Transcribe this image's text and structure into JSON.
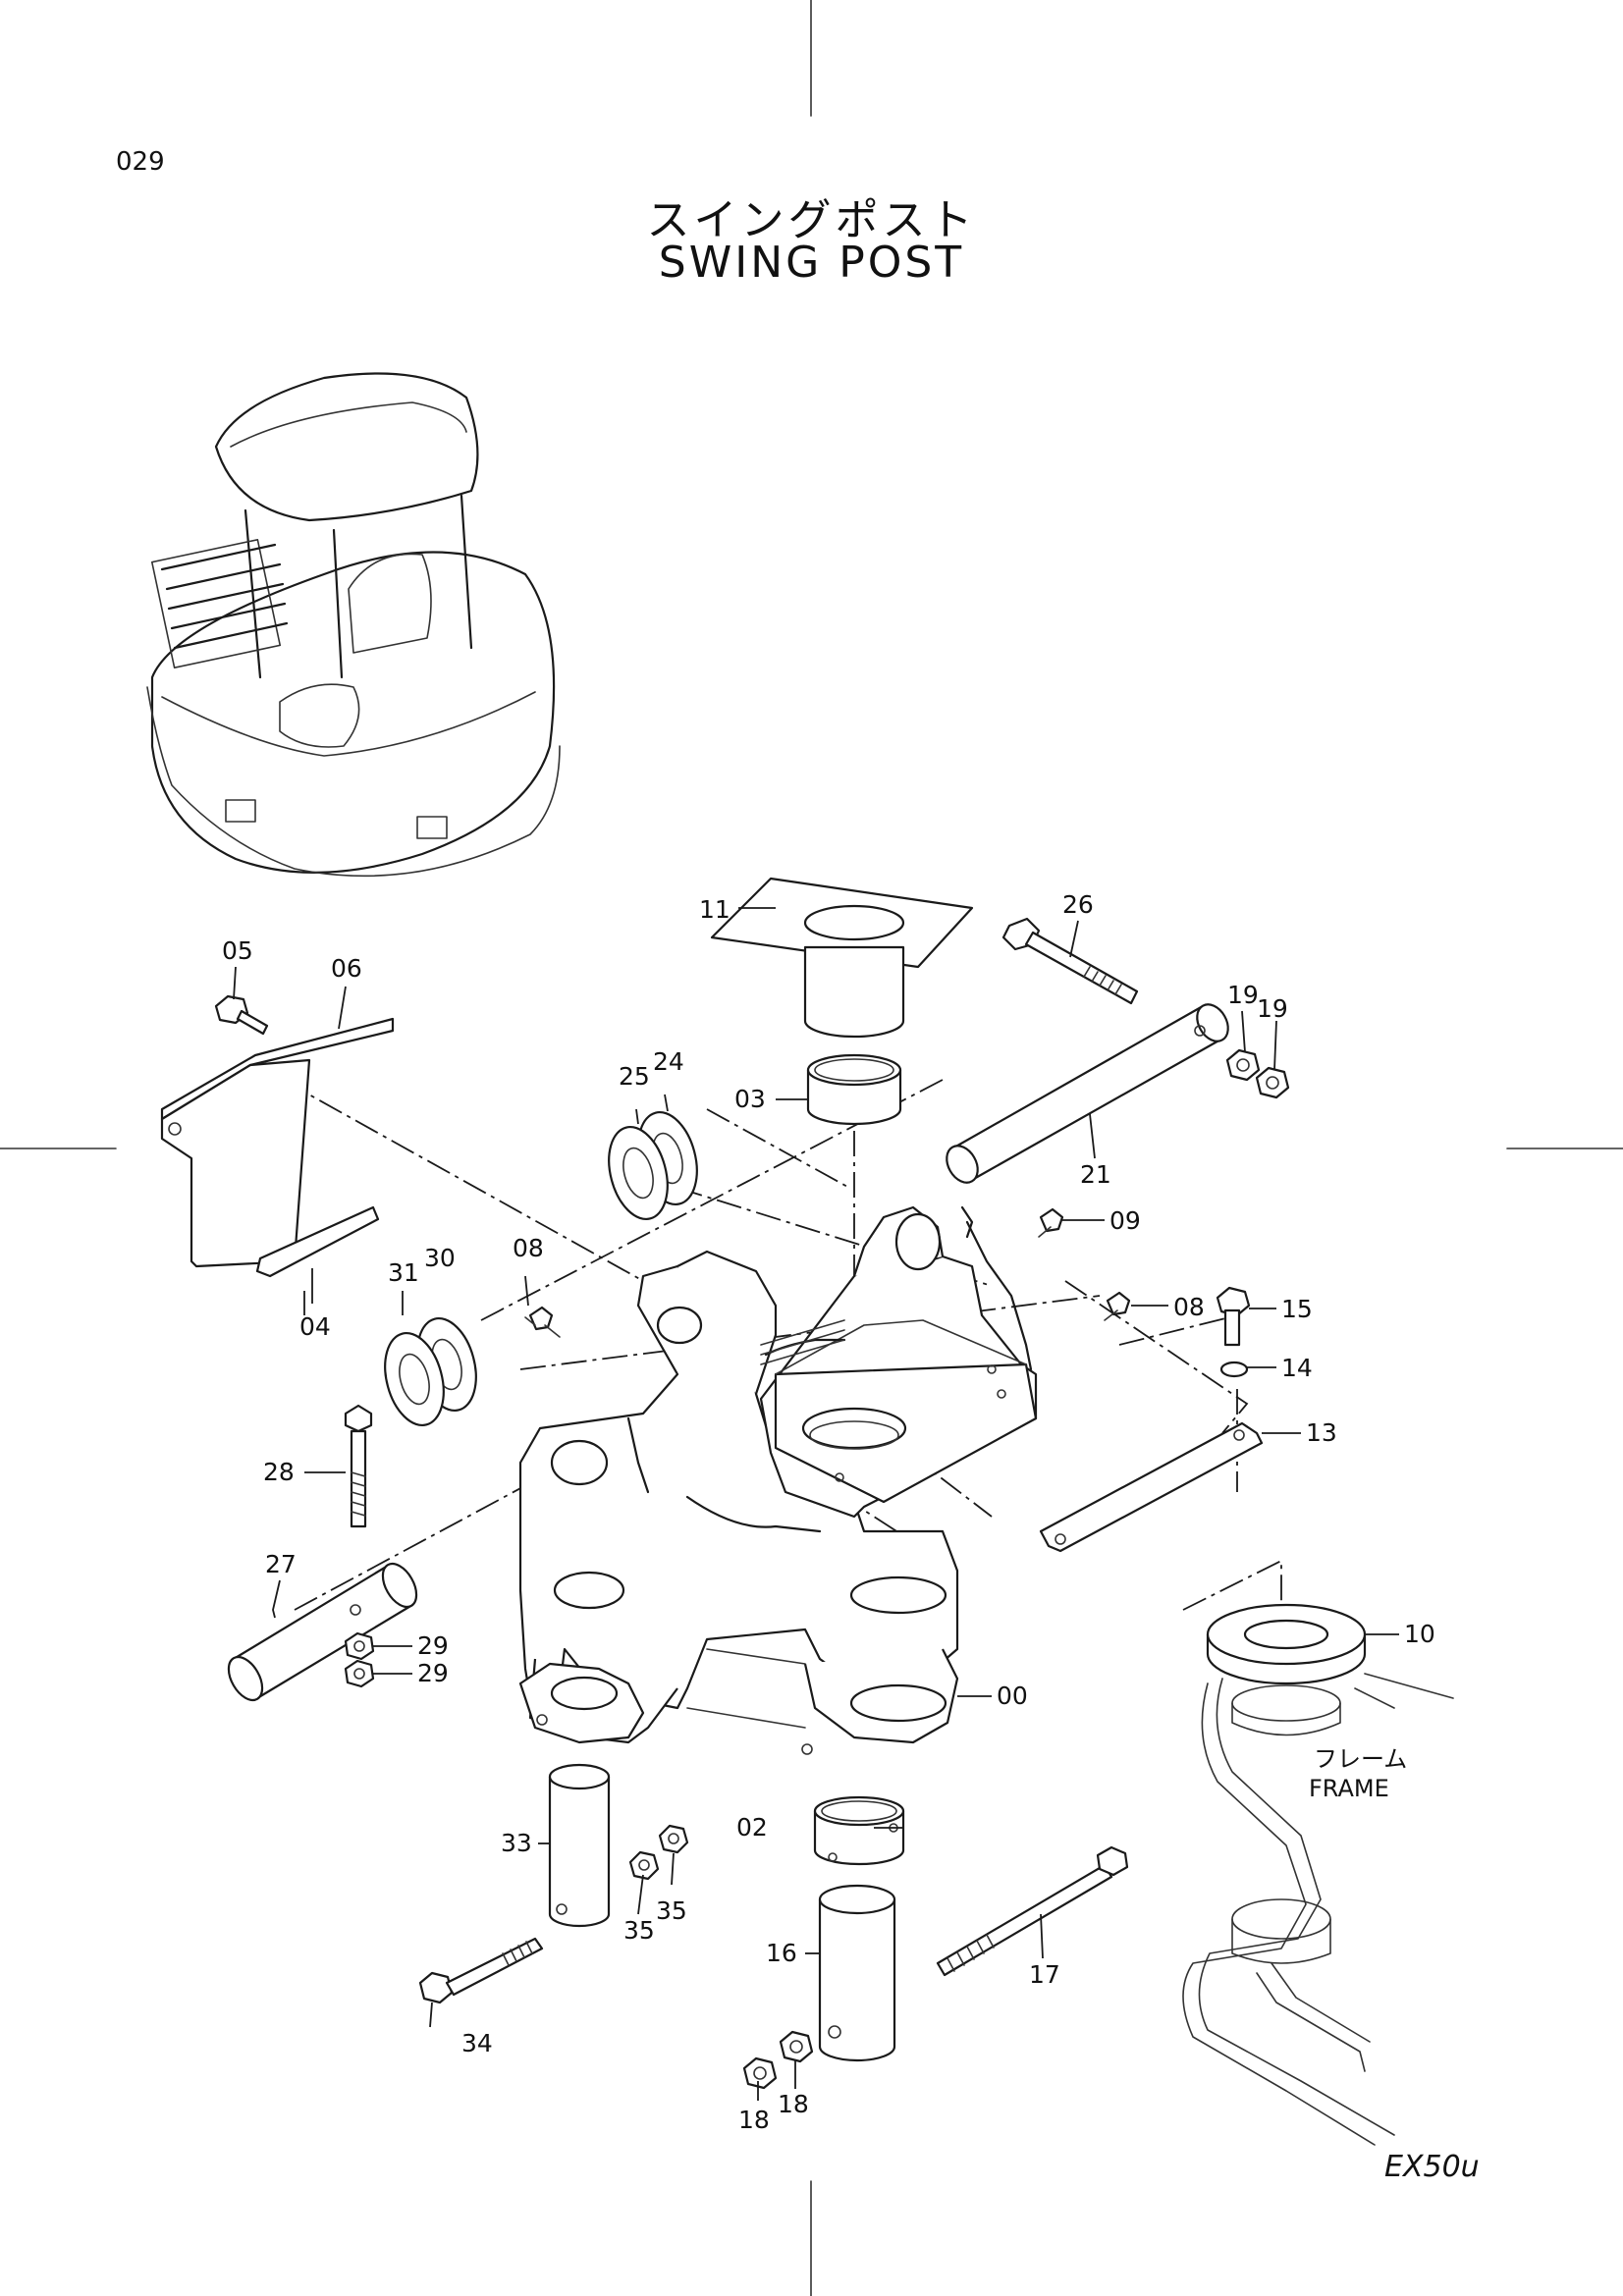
{
  "page_number": "029",
  "title_jp": "スイングポスト",
  "title_en": "SWING  POST",
  "model": "EX50u",
  "frame_label_jp": "フレーム",
  "frame_label_en": "FRAME",
  "callouts": {
    "c00": "00",
    "c02": "02",
    "c03": "03",
    "c04": "04",
    "c05": "05",
    "c06": "06",
    "c08a": "08",
    "c08b": "08",
    "c09": "09",
    "c10": "10",
    "c11": "11",
    "c13": "13",
    "c14": "14",
    "c15": "15",
    "c16": "16",
    "c17": "17",
    "c18a": "18",
    "c18b": "18",
    "c19a": "19",
    "c19b": "19",
    "c21": "21",
    "c24": "24",
    "c25": "25",
    "c26": "26",
    "c27": "27",
    "c28": "28",
    "c29a": "29",
    "c29b": "29",
    "c30": "30",
    "c31": "31",
    "c33": "33",
    "c34": "34",
    "c35a": "35",
    "c35b": "35"
  }
}
